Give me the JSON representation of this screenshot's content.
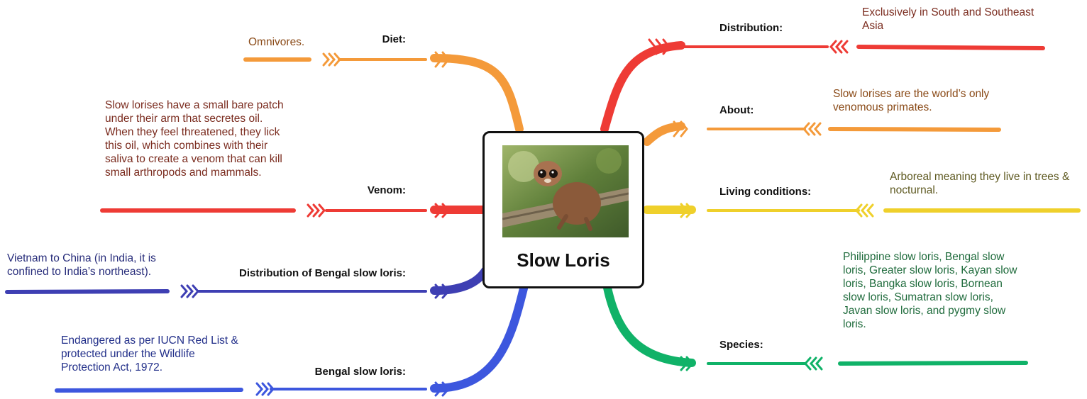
{
  "central": {
    "title": "Slow Loris",
    "image_subject": "slow loris on a tree branch"
  },
  "colors": {
    "red": "#ee3b35",
    "orange": "#f49a3a",
    "yellow": "#efd02b",
    "green": "#10b268",
    "indigo": "#3e3fb3",
    "blue": "#3d57de",
    "text_dark_red": "#7a2b1e",
    "text_dark_orange": "#8a4a17",
    "text_olive": "#5f5a22",
    "text_green": "#1f6b3c",
    "text_navy": "#272c7a",
    "text_blue": "#23308a"
  },
  "branches": {
    "distribution": {
      "label": "Distribution:",
      "text": [
        "Exclusively in South and Southeast",
        "Asia"
      ]
    },
    "about": {
      "label": "About:",
      "text": [
        "Slow lorises are the world’s only",
        "venomous primates."
      ]
    },
    "living": {
      "label": "Living conditions:",
      "text": [
        "Arboreal meaning they live in trees &",
        "nocturnal."
      ]
    },
    "species": {
      "label": "Species:",
      "text": [
        "Philippine slow loris, Bengal slow",
        "loris, Greater slow loris, Kayan slow",
        "loris, Bangka slow loris, Bornean",
        "slow loris, Sumatran slow loris,",
        "Javan slow loris, and pygmy slow",
        "loris."
      ]
    },
    "diet": {
      "label": "Diet:",
      "text": [
        "Omnivores."
      ]
    },
    "venom": {
      "label": "Venom:",
      "text": [
        "Slow lorises have a small bare patch",
        "under their arm that secretes oil.",
        "When they feel threatened, they lick",
        "this oil, which combines with their",
        "saliva to create a venom that can kill",
        "small arthropods and mammals."
      ]
    },
    "bengal_dist": {
      "label": "Distribution of Bengal slow loris:",
      "text": [
        "Vietnam to China (in India, it is",
        "confined to India’s northeast)."
      ]
    },
    "bengal": {
      "label": "Bengal slow loris:",
      "text": [
        "Endangered as per IUCN Red List &",
        "protected under the Wildlife",
        "Protection Act, 1972."
      ]
    }
  }
}
